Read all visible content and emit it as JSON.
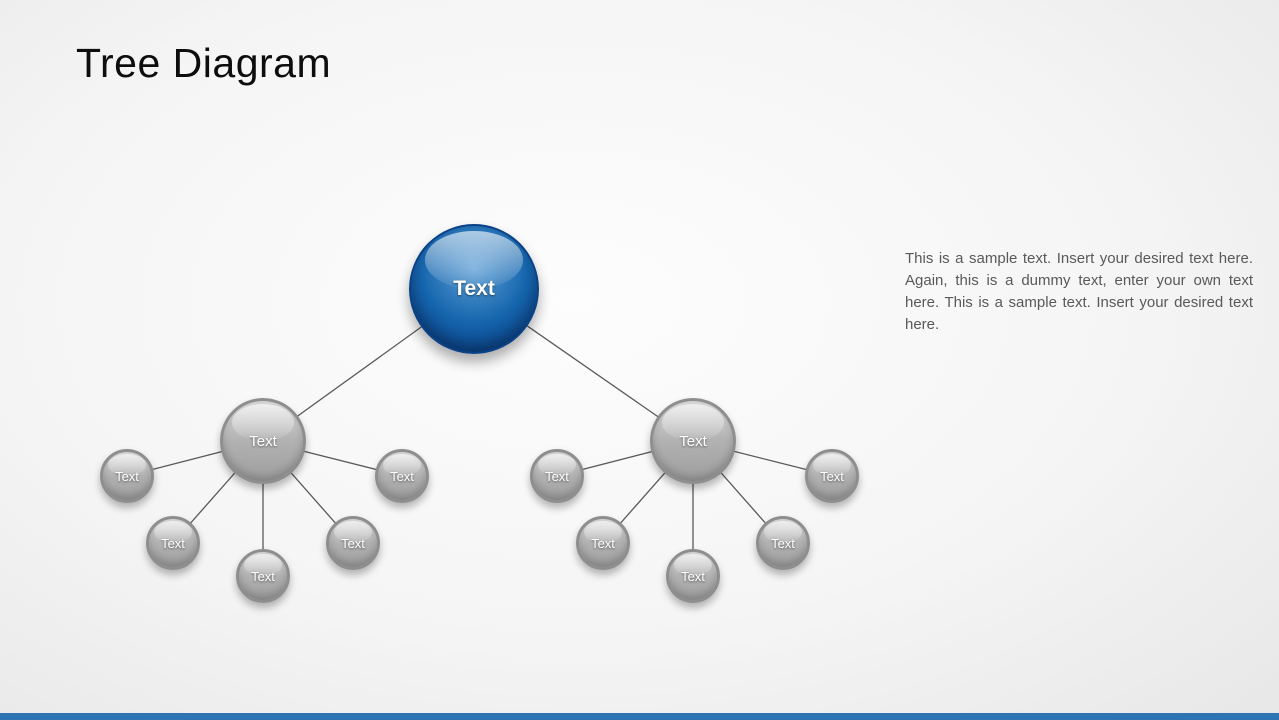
{
  "slide": {
    "title": "Tree Diagram",
    "description": "This is a sample text. Insert your desired text here. Again, this is a dummy text, enter your own text here. This is a sample text. Insert your desired text here."
  },
  "tree": {
    "root": {
      "label": "Text"
    },
    "branches": [
      {
        "label": "Text",
        "children": [
          {
            "label": "Text"
          },
          {
            "label": "Text"
          },
          {
            "label": "Text"
          },
          {
            "label": "Text"
          },
          {
            "label": "Text"
          }
        ]
      },
      {
        "label": "Text",
        "children": [
          {
            "label": "Text"
          },
          {
            "label": "Text"
          },
          {
            "label": "Text"
          },
          {
            "label": "Text"
          },
          {
            "label": "Text"
          }
        ]
      }
    ]
  },
  "colors": {
    "root_node": "#1565ad",
    "child_node": "#9d9d9d",
    "connector": "#595959",
    "description_text": "#595959",
    "accent_bar": "#2e74b5"
  }
}
